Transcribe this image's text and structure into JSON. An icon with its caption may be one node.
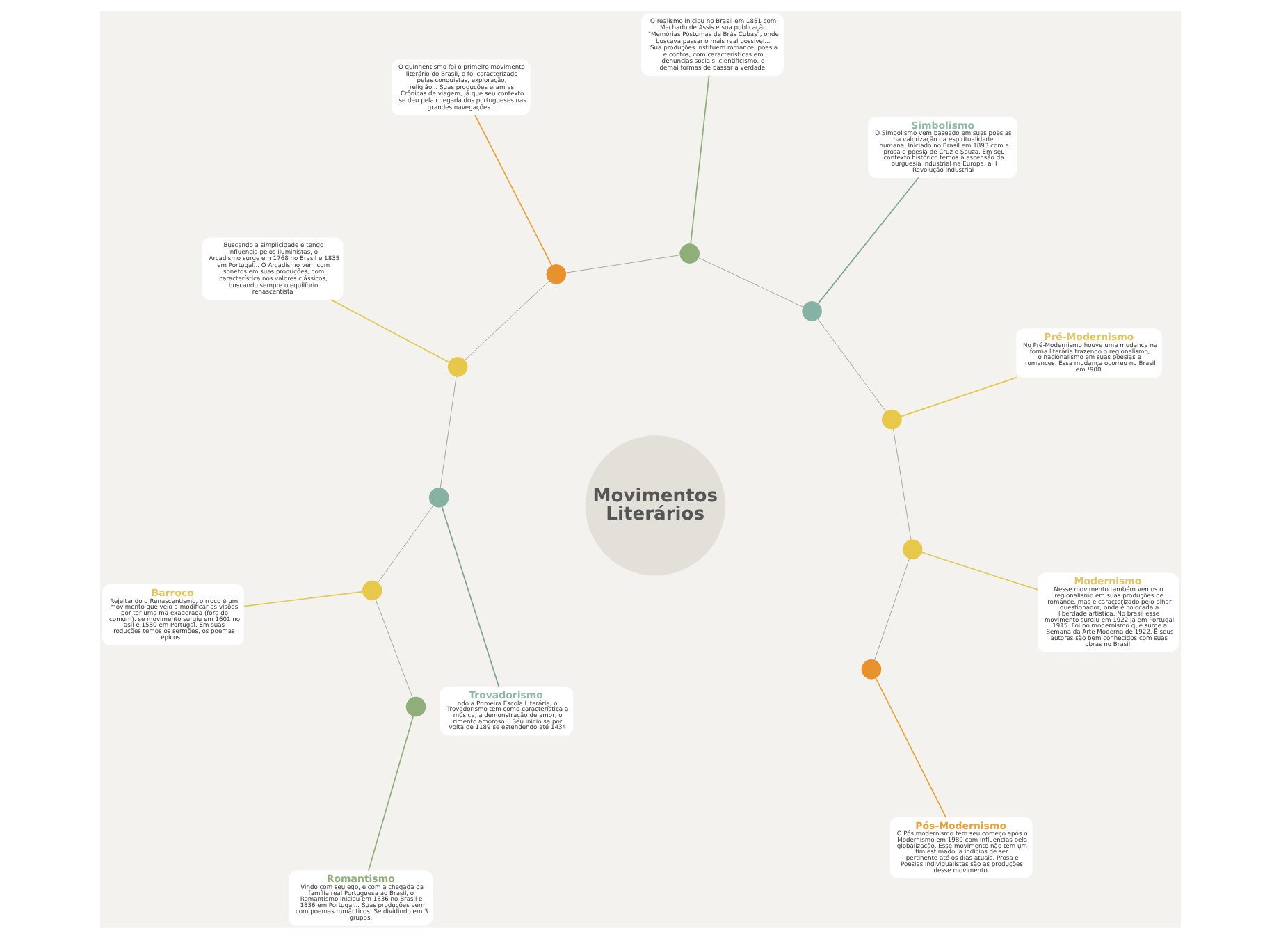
{
  "diagram": {
    "nodes": [
      {
        "text": [
          "Movimentos Literários"
        ]
      },
      {
        "text": [
          "Buscando a simplicidade e tendo influencia pelos iluministas, o Arcadismo surge em 1768 no Brasil e 1835 em Portugal... O Arcadismo vem com sonetos em suas produções, com característica nos valores clássicos, buscando sempre o equilíbrio renascentista"
        ]
      },
      {
        "text": [
          "O quinhentismo foi o primeiro movimento literário do Brasil, e foi caracterizado pelas conquistas, exploração, religião... Suas produções eram as Crônicas de viagem, já que seu contexto se deu pela chegada dos portugueses nas grandes navegações..."
        ]
      },
      {
        "text": [
          "O realismo iniciou no Brasil em 1881 com Machado de Assis e sua publicação \"Memórias Póstumas de Brás Cubas\", onde buscava passar o mais real possível... Sua produções instituem romance, poesia e contos, com características em denuncias sociais, cientificismo, e demai formas de passar a verdade."
        ]
      },
      {
        "text": [
          "Trovadorismo",
          "ndo a Primeira Escola Literária, o Trovadorismo tem como característica a música, a demonstração de amor, o rimento amoroso... Seu inicio se por volta de 1189 se estendendo até 1434."
        ]
      },
      {
        "text": [
          "Simbolismo",
          "O Simbolismo vem baseado em suas poesias na valorização da espiritualidade humana. Iniciado no Brasil em 1893 com a prosa e poesia de Cruz e Souza. Em seu contexto histórico temos à ascensão da burguesia industrial na Europa, a II Revolução Industrial"
        ]
      },
      {
        "text": [
          "Barroco",
          "Rejeitando o Renascentismo, o rroco é um movimento que veio a modificar as visões por ter uma ma exagerada (fora do comum). se movimento surgiu em 1601 no asil e 1580 em Portugal. Em suas roduções temos os sermões, os poemas épicos..."
        ]
      },
      {
        "text": [
          "Pré-Modernismo",
          "No Pré-Modernismo houve uma mudança na forma literária trazendo o regionalismo, o nacionalismo em suas poesias e romances. Essa mudança ocorreu no Brasil em !900."
        ]
      },
      {
        "text": [
          "Modernismo",
          "Nesse movimento também vemos o regionalismo em suas produções de romance, mas é caracterizado pelo olhar questionador, onde é colocada a liberdade artística. No brasil esse movimento surgiu em 1922 já em Portugal 1915. Foi no modernismo que surge a Semana da Arte Moderna de 1922. E seus autores são bem conhecidos com suas obras no Brasil."
        ]
      },
      {
        "text": [
          "Romantismo",
          "Vindo com seu ego, e com a chegada da família real Portuguesa ao Brasil, o Romantismo iniciou em 1836 no Brasil e 1836 em Portugal... Suas produções vem com poemas românticos. Se dividindo em 3 grupos."
        ]
      },
      {
        "text": [
          "Pós-Modernismo",
          "O Pós modernismo tem seu começo após o Modernismo em 1989 com influencias pela globalização. Esse movimento não tem um fim estimado, a indicios de ser pertinente até os dias atuais. Prosa e Poesias individualistas são as produções desse movimento."
        ]
      },
      {
        "text": [],
        "shape": "circle"
      },
      {
        "text": [],
        "shape": "circle"
      },
      {
        "text": [],
        "shape": "circle"
      },
      {
        "text": [],
        "shape": "circle"
      },
      {
        "text": [],
        "shape": "circle"
      },
      {
        "text": [],
        "shape": "circle"
      },
      {
        "text": [],
        "shape": "circle"
      },
      {
        "text": [],
        "shape": "circle"
      },
      {
        "text": [],
        "shape": "circle"
      },
      {
        "text": [],
        "shape": "circle"
      }
    ],
    "edges": [
      {
        "from": 14,
        "to": 1,
        "arrow": "none",
        "color": "#e2c84e"
      },
      {
        "from": 11,
        "to": 2,
        "arrow": "none",
        "color": "#e8a23a"
      },
      {
        "from": 12,
        "to": 3,
        "arrow": "none",
        "color": "#8fae7a"
      },
      {
        "from": 15,
        "to": 4,
        "arrow": "none",
        "color": "#7fa596"
      },
      {
        "from": 13,
        "to": 5,
        "arrow": "none",
        "color": "#7fa596"
      },
      {
        "from": 18,
        "to": 6,
        "arrow": "none",
        "color": "#e2c84e"
      },
      {
        "from": 16,
        "to": 7,
        "arrow": "none",
        "color": "#e2c84e"
      },
      {
        "from": 17,
        "to": 8,
        "arrow": "none",
        "color": "#e2c84e"
      },
      {
        "from": 20,
        "to": 9,
        "arrow": "none",
        "color": "#8fae7a"
      },
      {
        "from": 19,
        "to": 10,
        "arrow": "none",
        "color": "#e8a23a"
      },
      {
        "from": 11,
        "to": 12,
        "arrow": "none"
      },
      {
        "from": 12,
        "to": 13,
        "arrow": "none"
      },
      {
        "from": 13,
        "to": 16,
        "arrow": "none"
      },
      {
        "from": 16,
        "to": 17,
        "arrow": "none"
      },
      {
        "from": 17,
        "to": 19,
        "arrow": "none"
      },
      {
        "from": 20,
        "to": 18,
        "arrow": "none"
      },
      {
        "from": 18,
        "to": 15,
        "arrow": "none"
      },
      {
        "from": 15,
        "to": 14,
        "arrow": "none"
      },
      {
        "from": 14,
        "to": 11,
        "arrow": "none"
      }
    ]
  }
}
